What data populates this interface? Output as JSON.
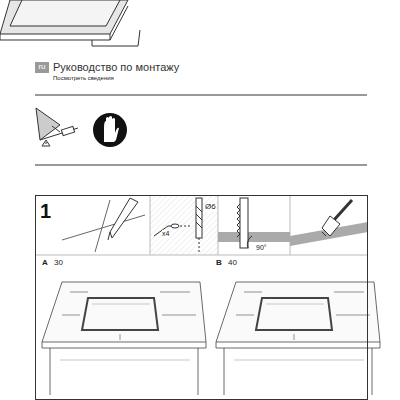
{
  "diagram": {
    "title": "Руководство по монтажу",
    "nodes": [
      {
        "text": [
          "ru"
        ]
      },
      {
        "text": [
          "1"
        ]
      }
    ],
    "labels": [
      "Посмотреть сведения",
      "x4",
      "Ø6",
      "90°",
      "A",
      "30",
      "B",
      "40"
    ]
  }
}
